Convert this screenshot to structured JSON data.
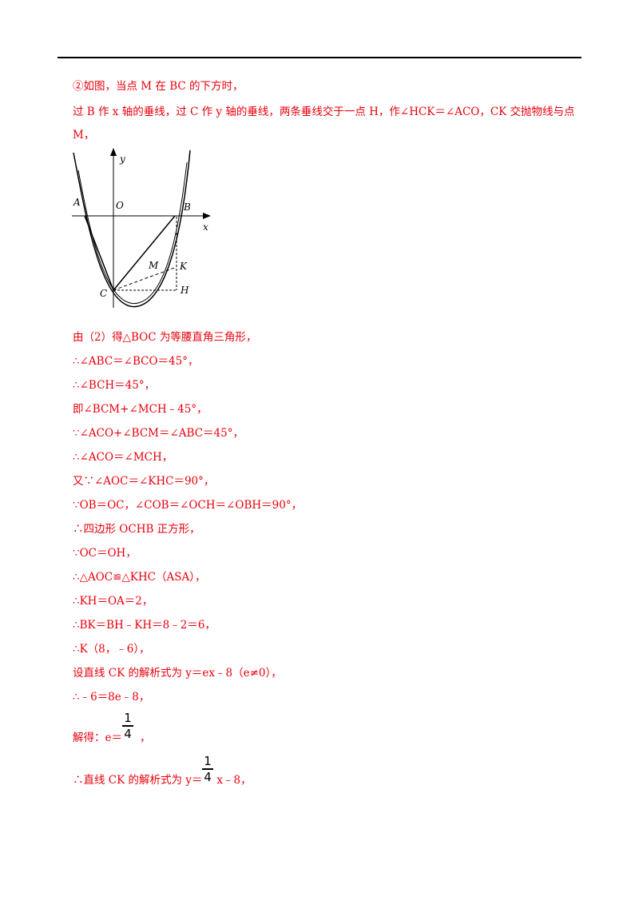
{
  "lines": {
    "l1": "②如图，当点 M 在 BC 的下方时，",
    "l2": "过 B 作 x 轴的垂线，过 C 作 y 轴的垂线，两条垂线交于一点 H，作∠HCK＝∠ACO，CK 交抛物线与点",
    "l3": "M，",
    "l4": "由（2）得△BOC 为等腰直角三角形，",
    "l5": "∴∠ABC＝∠BCO＝45°，",
    "l6": "∴∠BCH＝45°，",
    "l7": "即∠BCM+∠MCH﹣45°，",
    "l8": "∵∠ACO+∠BCM＝∠ABC＝45°，",
    "l9": "∴∠ACO＝∠MCH，",
    "l10": "又∵∠AOC＝∠KHC＝90°，",
    "l11": "∵OB＝OC，∠COB＝∠OCH＝∠OBH＝90°，",
    "l12": "∴四边形 OCHB 正方形，",
    "l13": "∵OC＝OH，",
    "l14": "∴△AOC≌△KHC（ASA），",
    "l15": "∴KH＝OA＝2，",
    "l16": "∴BK＝BH﹣KH＝8﹣2＝6，",
    "l17": "∴K（8，﹣6），",
    "l18": "设直线 CK 的解析式为 y＝ex﹣8（e≠0），",
    "l19": "∴﹣6＝8e﹣8，",
    "l20a": "解得：e＝",
    "l20b": "，",
    "l21a": "∴直线 CK 的解析式为 y＝",
    "l21b": "x﹣8，"
  },
  "fraction": {
    "num": "1",
    "den": "4"
  },
  "figure": {
    "A": "A",
    "O": "O",
    "B": "B",
    "x": "x",
    "y": "y",
    "M": "M",
    "K": "K",
    "C": "C",
    "H": "H"
  }
}
